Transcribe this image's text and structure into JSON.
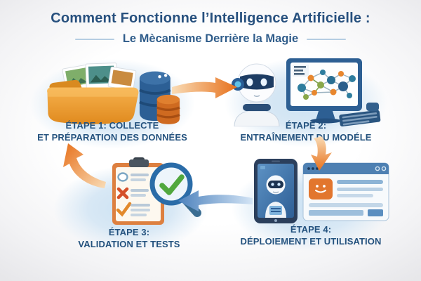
{
  "header": {
    "title": "Comment Fonctionne l’Intelligence Artificielle :",
    "subtitle": "Le Mècanisme Derrière la Magie"
  },
  "steps": [
    {
      "id": 1,
      "line1": "ÉTAPE 1: COLLECTE",
      "line2": "ET PRÉPARATION DES DONNÉES",
      "icons": [
        "folder-photos-icon",
        "database-blue-icon",
        "database-orange-icon"
      ]
    },
    {
      "id": 2,
      "line1": "ÉTAPE 2:",
      "line2": "ENTRAÎNEMENT DU MODÉLE",
      "icons": [
        "robot-head-icon",
        "monitor-network-icon",
        "keyboard-icon"
      ]
    },
    {
      "id": 3,
      "line1": "ÉTAPE 3:",
      "line2": "VALIDATION ET TESTS",
      "icons": [
        "clipboard-checklist-icon",
        "magnifier-check-icon"
      ]
    },
    {
      "id": 4,
      "line1": "ÉTAPE 4:",
      "line2": "DÉPLOIEMENT ET UTILISATION",
      "icons": [
        "smartphone-robot-icon",
        "browser-window-icon"
      ]
    }
  ],
  "arrows": [
    {
      "name": "arrow-step1-to-step2",
      "direction": "right",
      "color": "#e8731f"
    },
    {
      "name": "arrow-step2-to-step4",
      "direction": "down",
      "color": "#e8731f"
    },
    {
      "name": "arrow-step4-to-step3",
      "direction": "left",
      "color": "#4d82bd"
    },
    {
      "name": "arrow-step3-to-step1",
      "direction": "up",
      "color": "#e8731f"
    }
  ],
  "colors": {
    "title_blue": "#27507e",
    "label_blue": "#24527e",
    "accent_orange": "#e8731f",
    "accent_blue": "#4d82bd",
    "blob_blue": "#d6e7f5",
    "background": "#f3f3f5"
  }
}
